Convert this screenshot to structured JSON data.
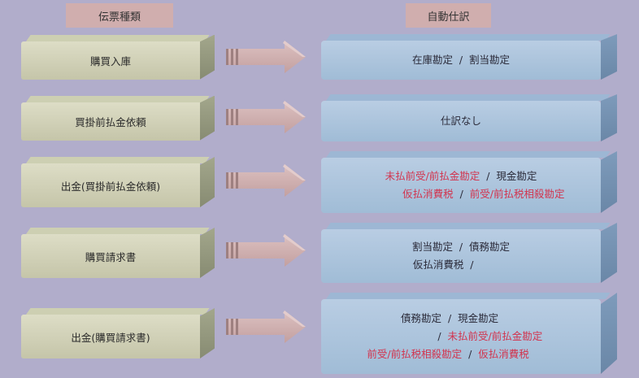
{
  "headers": {
    "left": "伝票種類",
    "right": "自動仕訳"
  },
  "rows": [
    {
      "left": "購買入庫",
      "right": [
        [
          {
            "t": "在庫勘定  /  割当勘定",
            "c": "dark"
          }
        ]
      ]
    },
    {
      "left": "買掛前払金依頼",
      "right": [
        [
          {
            "t": "仕訳なし",
            "c": "dark"
          }
        ]
      ]
    },
    {
      "left": "出金(買掛前払金依頼)",
      "right": [
        [
          {
            "t": "未払前受/前払金勘定",
            "c": "red"
          },
          {
            "t": "  /  現金勘定",
            "c": "dark"
          }
        ],
        [
          {
            "t": "              仮払消費税",
            "c": "red"
          },
          {
            "t": "  /  ",
            "c": "dark"
          },
          {
            "t": "前受/前払税相殺勘定",
            "c": "red"
          }
        ]
      ]
    },
    {
      "left": "購買請求書",
      "right": [
        [
          {
            "t": "割当勘定  /  債務勘定",
            "c": "dark"
          }
        ],
        [
          {
            "t": "仮払消費税  /           ",
            "c": "dark"
          }
        ]
      ]
    },
    {
      "left": "出金(購買請求書)",
      "right": [
        [
          {
            "t": "債務勘定  /  現金勘定       ",
            "c": "dark"
          }
        ],
        [
          {
            "t": "                  /  ",
            "c": "dark"
          },
          {
            "t": "未払前受/前払金勘定",
            "c": "red"
          }
        ],
        [
          {
            "t": "前受/前払税相殺勘定",
            "c": "red"
          },
          {
            "t": "  /  ",
            "c": "dark"
          },
          {
            "t": "仮払消費税",
            "c": "red"
          },
          {
            "t": "        ",
            "c": "dark"
          }
        ]
      ]
    }
  ],
  "colors": {
    "red": "#d2344e",
    "dark": "#2b2b3a"
  }
}
